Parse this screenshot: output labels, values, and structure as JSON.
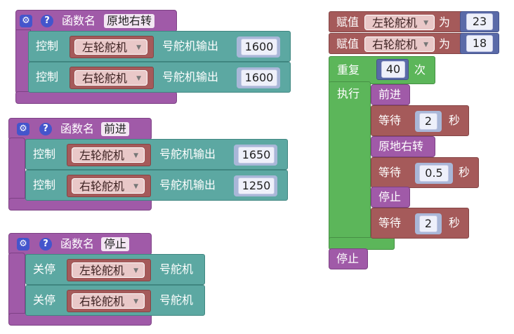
{
  "function_blocks": [
    {
      "keyword": "函数名",
      "name": "原地右转",
      "rows": [
        {
          "action": "控制",
          "servo": "左轮舵机",
          "suffix": "号舵机输出",
          "value": "1600"
        },
        {
          "action": "控制",
          "servo": "右轮舵机",
          "suffix": "号舵机输出",
          "value": "1600"
        }
      ]
    },
    {
      "keyword": "函数名",
      "name": "前进",
      "rows": [
        {
          "action": "控制",
          "servo": "左轮舵机",
          "suffix": "号舵机输出",
          "value": "1650"
        },
        {
          "action": "控制",
          "servo": "右轮舵机",
          "suffix": "号舵机输出",
          "value": "1250"
        }
      ]
    },
    {
      "keyword": "函数名",
      "name": "停止",
      "rows": [
        {
          "action": "关停",
          "servo": "左轮舵机",
          "suffix": "号舵机"
        },
        {
          "action": "关停",
          "servo": "右轮舵机",
          "suffix": "号舵机"
        }
      ]
    }
  ],
  "main_program": {
    "assign": [
      {
        "keyword": "赋值",
        "variable": "左轮舵机",
        "to": "为",
        "value": "23"
      },
      {
        "keyword": "赋值",
        "variable": "右轮舵机",
        "to": "为",
        "value": "18"
      }
    ],
    "repeat": {
      "keyword": "重复",
      "count": "40",
      "unit": "次",
      "do": "执行"
    },
    "body": [
      {
        "call": "前进",
        "wait": "等待",
        "value": "2",
        "unit": "秒"
      },
      {
        "call": "原地右转",
        "wait": "等待",
        "value": "0.5",
        "unit": "秒"
      },
      {
        "call": "停止",
        "wait": "等待",
        "value": "2",
        "unit": "秒"
      }
    ],
    "end_call": "停止"
  },
  "icons": {
    "settings": "gear-icon",
    "help": "question-icon",
    "dropdown": "dropdown-arrow-icon"
  },
  "colors": {
    "procedure": "#a05aa8",
    "servo_control": "#5ca8a2",
    "variable": "#a55a5a",
    "loop": "#5cb65a",
    "number": "#5a6aa8"
  }
}
